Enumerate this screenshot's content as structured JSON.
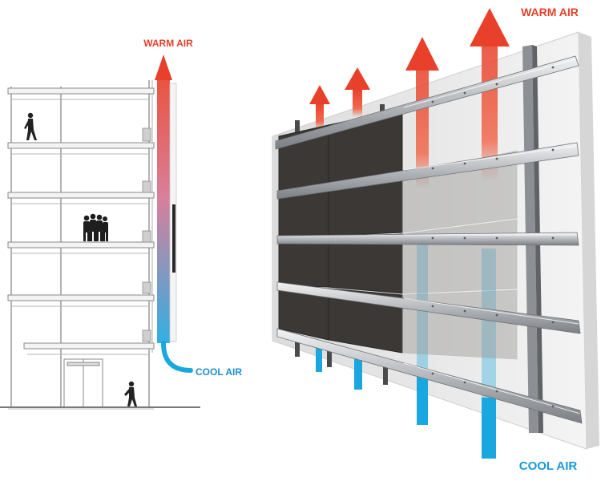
{
  "labels": {
    "left_warm": "WARM AIR",
    "left_cool": "COOL AIR",
    "right_warm": "WARM AIR",
    "right_cool": "COOL AIR"
  },
  "colors": {
    "warm": "#e8402a",
    "cool": "#1aa7e0",
    "panel": "#3a3734",
    "wall": "#ececec",
    "rail": "#b9bcc0",
    "structure": "#8a8a8a"
  }
}
